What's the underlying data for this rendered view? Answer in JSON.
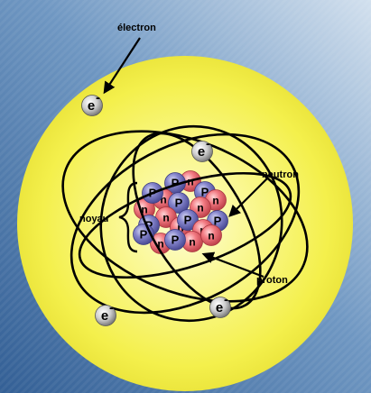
{
  "labels": {
    "electron": "électron",
    "neutron": "neutron",
    "noyau": "noyau",
    "proton": "proton"
  },
  "symbols": {
    "proton": "P",
    "neutron": "n",
    "electron": "e",
    "electron_charge": "-"
  },
  "colors": {
    "background_dark": "#335f95",
    "background_light": "#c8d9ea",
    "cloud": "#f5f250",
    "cloud_center": "#fdfcd8",
    "proton": "#7a7ac4",
    "neutron": "#f07a82",
    "electron": "#c9c9c9",
    "orbit": "#000000"
  }
}
